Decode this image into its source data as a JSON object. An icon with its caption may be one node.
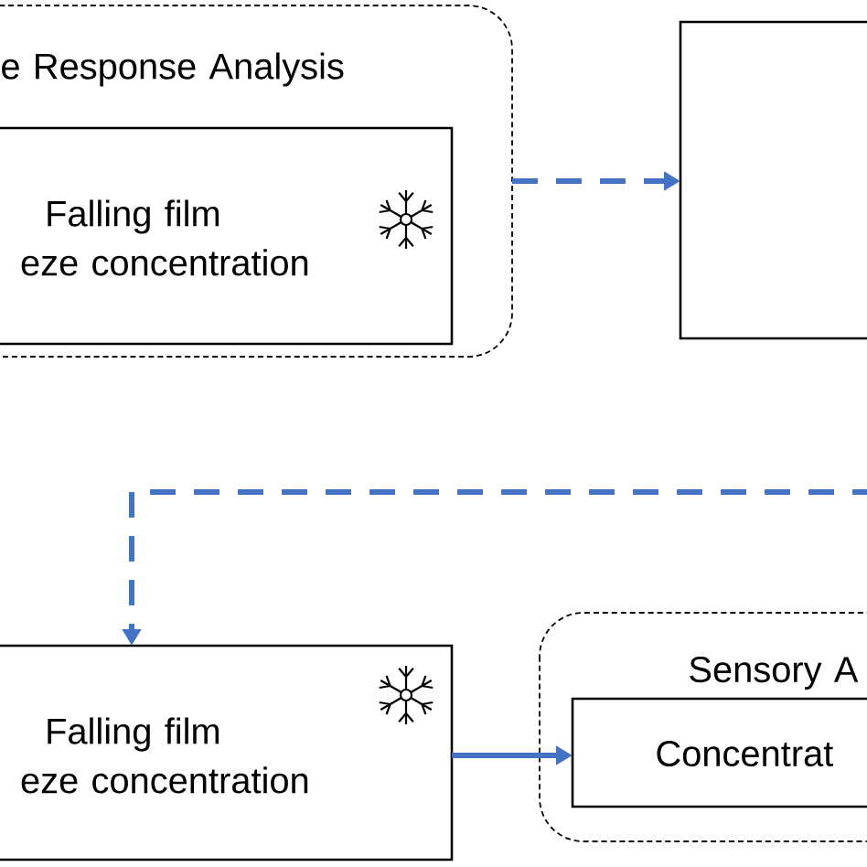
{
  "diagram": {
    "nodes": [
      {
        "text": [
          "e Response Analysis"
        ]
      },
      {
        "text": [
          "Falling film eze concentration"
        ],
        "in": 0
      },
      {
        "text": [],
        "shape": "box"
      },
      {
        "text": [
          "Falling film eze concentration"
        ]
      },
      {
        "text": [
          "Sensory A"
        ]
      },
      {
        "text": [
          "Concentrat"
        ],
        "in": 4
      }
    ],
    "edges": [
      {
        "from": 0,
        "to": 2,
        "arrow": "to",
        "style": "dashed"
      },
      {
        "from": null,
        "to": 3,
        "arrow": "to",
        "style": "dashed"
      },
      {
        "from": 3,
        "to": 5,
        "arrow": "to"
      }
    ]
  }
}
